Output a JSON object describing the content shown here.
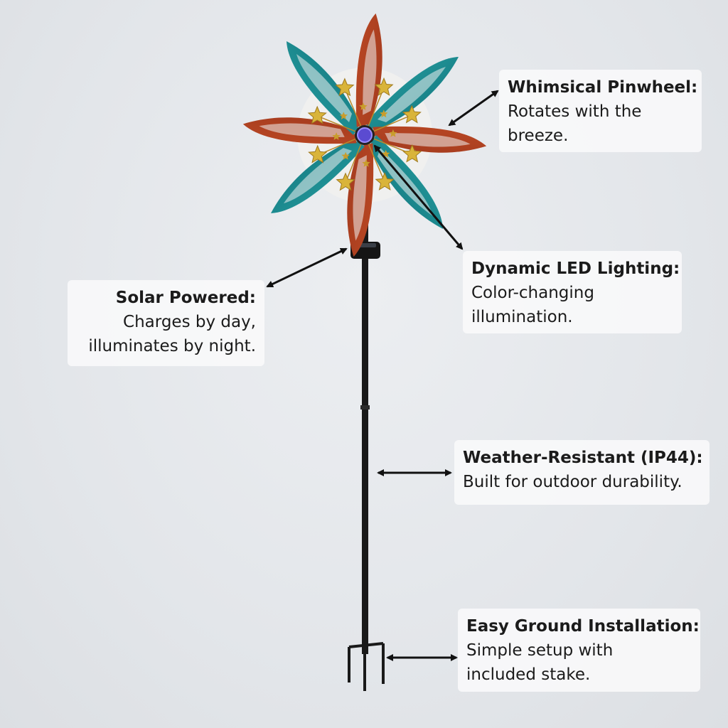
{
  "product": {
    "icon": "solar-pinwheel-stake-icon",
    "colors": {
      "teal": "#1f8f94",
      "copper": "#b5421f",
      "gold": "#d9b43a",
      "pole": "#1a1a1a",
      "background": "#e3e6ea"
    }
  },
  "features": [
    {
      "title": "Whimsical Pinwheel:",
      "desc": "Rotates with the\nbreeze."
    },
    {
      "title": "Solar Powered:",
      "desc": "Charges by day,\nilluminates by night."
    },
    {
      "title": "Dynamic LED Lighting:",
      "desc": "Color-changing\nillumination."
    },
    {
      "title": "Weather-Resistant (IP44):",
      "desc": "Built for outdoor durability."
    },
    {
      "title": "Easy Ground Installation:",
      "desc": "Simple setup with\nincluded stake."
    }
  ]
}
